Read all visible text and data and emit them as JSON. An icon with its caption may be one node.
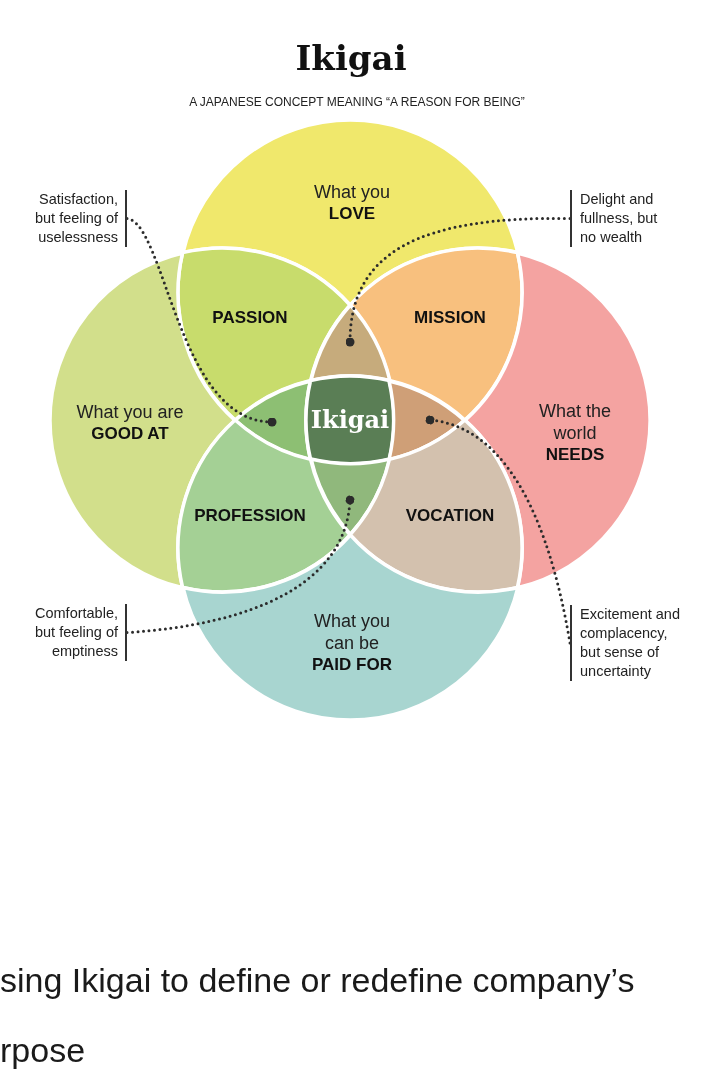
{
  "diagram": {
    "title": "Ikigai",
    "caption": "sing Ikigai to define or redefine company’s rpose",
    "nodes": [
      {
        "text": [
          "Satisfaction, but feeling of uselessness"
        ]
      },
      {
        "text": [
          "What you **LOVE**"
        ]
      },
      {
        "text": [
          "Delight and fullness, but no wealth"
        ]
      },
      {
        "text": [
          "PASSION"
        ]
      },
      {
        "text": [
          "MISSION"
        ]
      },
      {
        "text": [],
        "shape": "lens"
      },
      {
        "text": [
          "What you are **GOOD AT**"
        ]
      },
      {
        "text": [],
        "shape": "lens"
      },
      {
        "text": [
          "Ikigai"
        ]
      },
      {
        "text": [],
        "shape": "lens"
      },
      {
        "text": [
          "What the world **NEEDS**"
        ]
      },
      {
        "text": [],
        "shape": "lens"
      },
      {
        "text": [
          "PROFESSION"
        ]
      },
      {
        "text": [
          "VOCATION"
        ]
      },
      {
        "text": [
          "Comfortable, but feeling of emptiness"
        ]
      },
      {
        "text": [
          "What you can be **PAID FOR**"
        ]
      },
      {
        "text": [
          "Excitement and complacency, but sense of uncertainty"
        ]
      }
    ],
    "edges": [
      {
        "from": 0,
        "to": 7,
        "arrow": "other"
      },
      {
        "from": 2,
        "to": 5,
        "arrow": "other"
      },
      {
        "from": 14,
        "to": 11,
        "arrow": "other"
      },
      {
        "from": 16,
        "to": 9,
        "arrow": "other"
      }
    ],
    "labels": [
      "A JAPANESE CONCEPT MEANING “A REASON FOR BEING”"
    ]
  }
}
